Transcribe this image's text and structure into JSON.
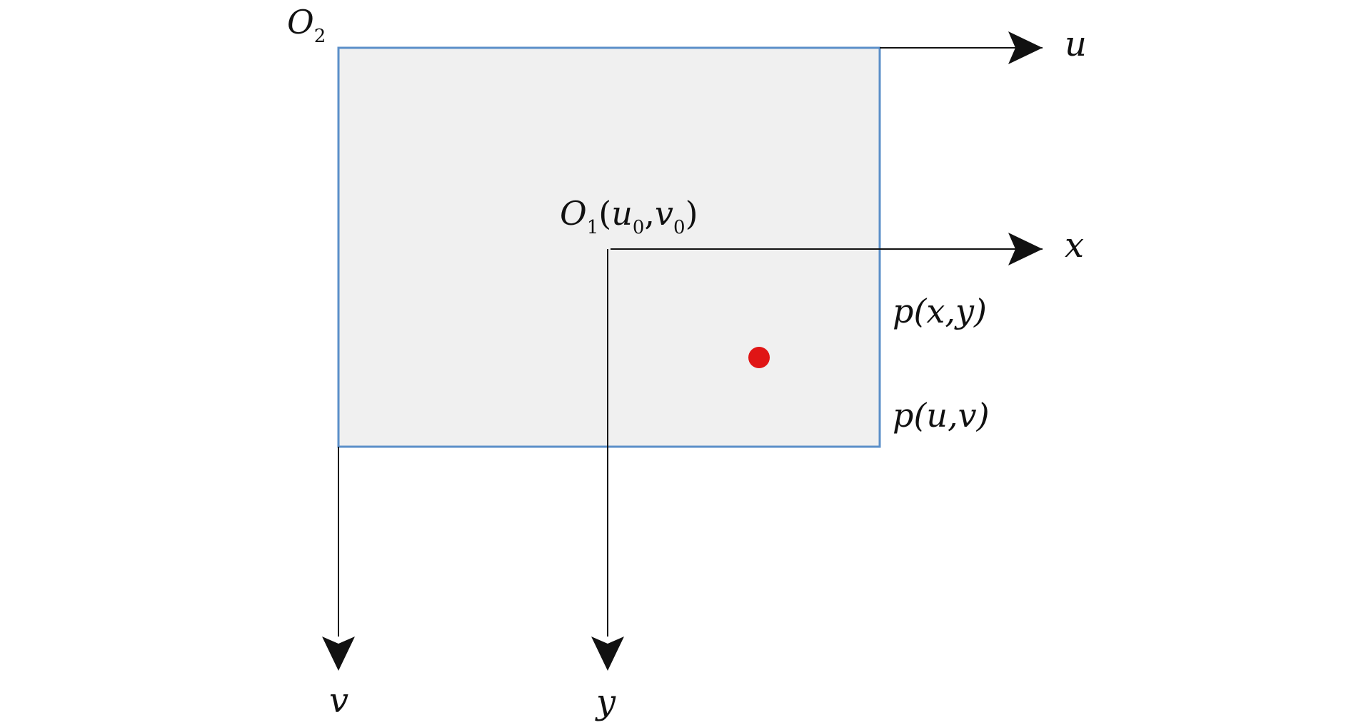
{
  "colors": {
    "image_fill": "#f0f0f0",
    "image_border": "#5b8fc9",
    "axis": "#111111",
    "point": "#e01515"
  },
  "labels": {
    "origin_pixel": {
      "main": "O",
      "sub": "2"
    },
    "axis_u": "u",
    "axis_v": "v",
    "axis_x": "x",
    "axis_y": "y",
    "origin_image": {
      "main": "O",
      "sub": "1",
      "open": "(",
      "u": "u",
      "u_sub": "0",
      "comma": ",",
      "v": "v",
      "v_sub": "0",
      "close": ")"
    },
    "point_xy": "p(x,y)",
    "point_uv": "p(u,v)"
  }
}
